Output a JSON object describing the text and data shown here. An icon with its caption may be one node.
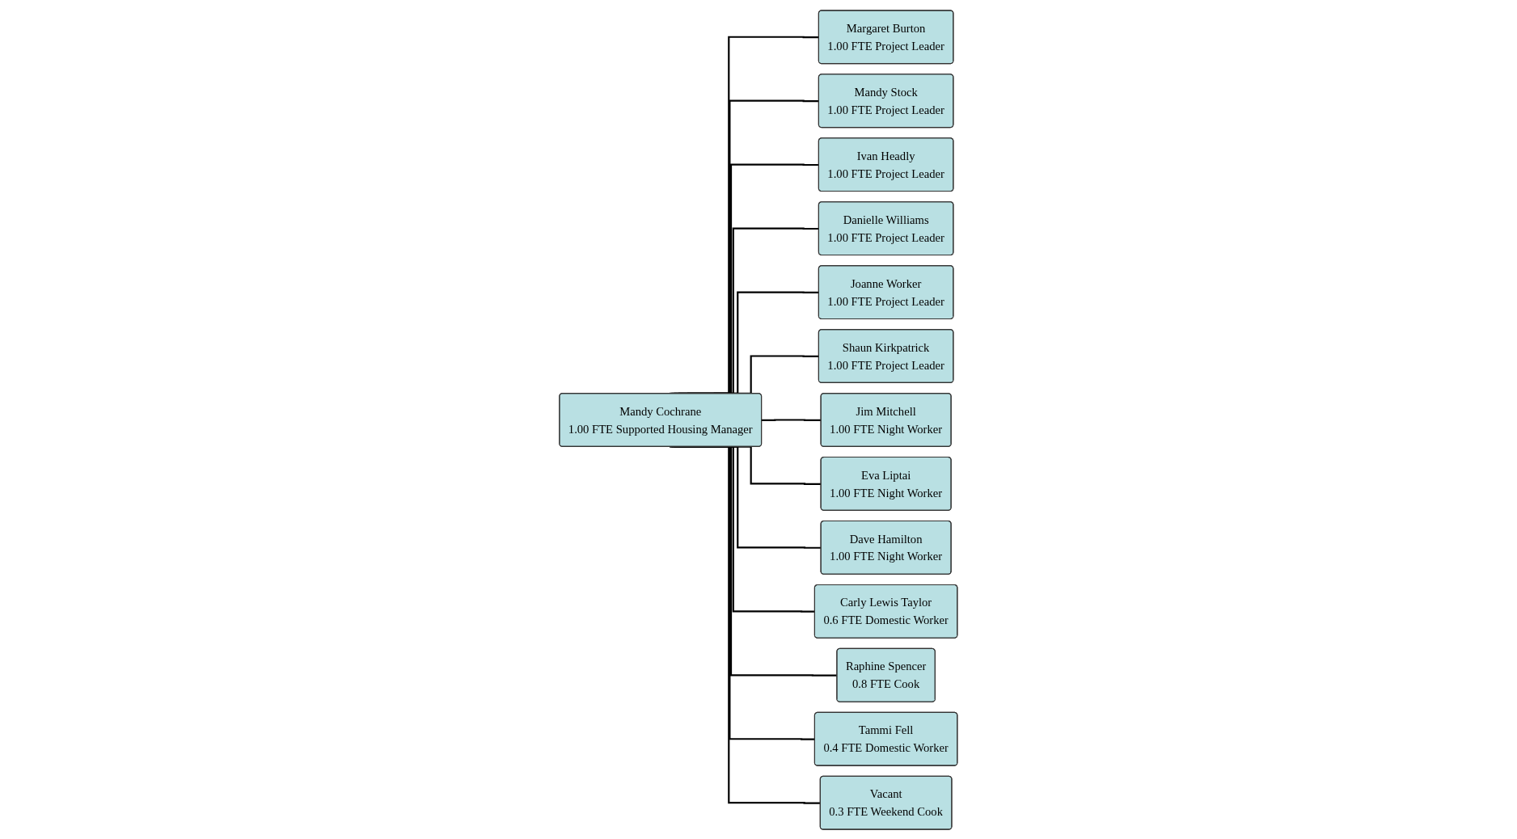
{
  "diagram": {
    "nodes": [
      {
        "text": [
          "Mandy Cochrane",
          "1.00 FTE Supported Housing Manager"
        ]
      },
      {
        "text": [
          "Margaret Burton",
          "1.00 FTE Project Leader"
        ]
      },
      {
        "text": [
          "Mandy Stock",
          "1.00 FTE Project Leader"
        ]
      },
      {
        "text": [
          "Ivan Headly",
          "1.00 FTE Project Leader"
        ]
      },
      {
        "text": [
          "Danielle Williams",
          "1.00 FTE Project Leader"
        ]
      },
      {
        "text": [
          "Joanne Worker",
          "1.00 FTE Project Leader"
        ]
      },
      {
        "text": [
          "Shaun Kirkpatrick",
          "1.00 FTE Project Leader"
        ]
      },
      {
        "text": [
          "Jim Mitchell",
          "1.00 FTE Night Worker"
        ]
      },
      {
        "text": [
          "Eva Liptai",
          "1.00 FTE Night Worker"
        ]
      },
      {
        "text": [
          "Dave Hamilton",
          "1.00 FTE Night Worker"
        ]
      },
      {
        "text": [
          "Carly Lewis Taylor",
          "0.6 FTE Domestic Worker"
        ]
      },
      {
        "text": [
          "Raphine Spencer",
          "0.8 FTE Cook"
        ]
      },
      {
        "text": [
          "Tammi Fell",
          "0.4 FTE Domestic Worker"
        ]
      },
      {
        "text": [
          "Vacant",
          "0.3 FTE Weekend Cook"
        ]
      }
    ],
    "edges": [
      {
        "from": 0,
        "to": 1,
        "arrow": "none"
      },
      {
        "from": 0,
        "to": 2,
        "arrow": "none"
      },
      {
        "from": 0,
        "to": 3,
        "arrow": "none"
      },
      {
        "from": 0,
        "to": 4,
        "arrow": "none"
      },
      {
        "from": 0,
        "to": 5,
        "arrow": "none"
      },
      {
        "from": 0,
        "to": 6,
        "arrow": "none"
      },
      {
        "from": 0,
        "to": 7,
        "arrow": "none"
      },
      {
        "from": 0,
        "to": 8,
        "arrow": "none"
      },
      {
        "from": 0,
        "to": 9,
        "arrow": "none"
      },
      {
        "from": 0,
        "to": 10,
        "arrow": "none"
      },
      {
        "from": 0,
        "to": 11,
        "arrow": "none"
      },
      {
        "from": 0,
        "to": 12,
        "arrow": "none"
      },
      {
        "from": 0,
        "to": 13,
        "arrow": "none"
      }
    ]
  }
}
